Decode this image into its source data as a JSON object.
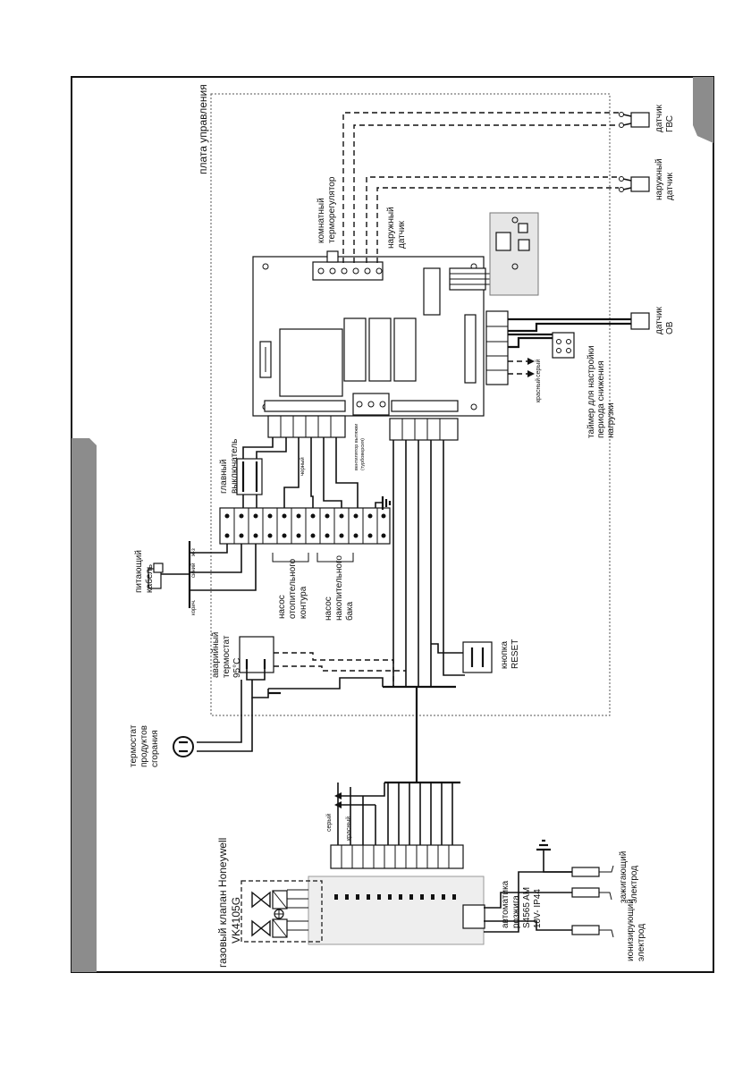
{
  "labels": {
    "control_board": "плата управления",
    "dhw_sensor": [
      "датчик",
      "ГВС"
    ],
    "outdoor_sensor_right": [
      "наружный",
      "датчик"
    ],
    "room_thermostat": [
      "комнатный",
      "терморегулятор"
    ],
    "outdoor_sensor_board": [
      "наружный",
      "датчик"
    ],
    "ov_sensor": [
      "датчик",
      "ОВ"
    ],
    "timer": [
      "таймер для настройки",
      "периода снижения",
      "нагрузки"
    ],
    "red_1": "красный",
    "gray_1": "серый",
    "main_switch": [
      "главный",
      "выключатель"
    ],
    "black": "черный",
    "exhaust_fan": [
      "вентилятор вытяжки",
      "(турбоверсия)"
    ],
    "power_cable": [
      "питающий",
      "кабель"
    ],
    "blue": "синий",
    "yellow_green": "ж-з",
    "brown": "корич.",
    "heating_pump": [
      "насос",
      "отопительного",
      "контура"
    ],
    "tank_pump": [
      "насос",
      "накопительного",
      "бака"
    ],
    "emergency_thermostat": [
      "аварийный",
      "термостат",
      "95°C"
    ],
    "reset_button": [
      "кнопка",
      "RESET"
    ],
    "flue_thermostat": [
      "термостат",
      "продуктов",
      "сгорания"
    ],
    "gray_2": "серый",
    "red_2": "красный",
    "gas_valve": "газовый клапан Honeywell",
    "gas_valve_model": "VK4105G",
    "ignition_automation": [
      "автоматика",
      "розжига",
      "S4565 AM",
      "10V- IP44"
    ],
    "ignition_electrode": [
      "зажигающий",
      "электрод"
    ],
    "ionization_electrode": [
      "ионизирующий",
      "электрод"
    ]
  }
}
